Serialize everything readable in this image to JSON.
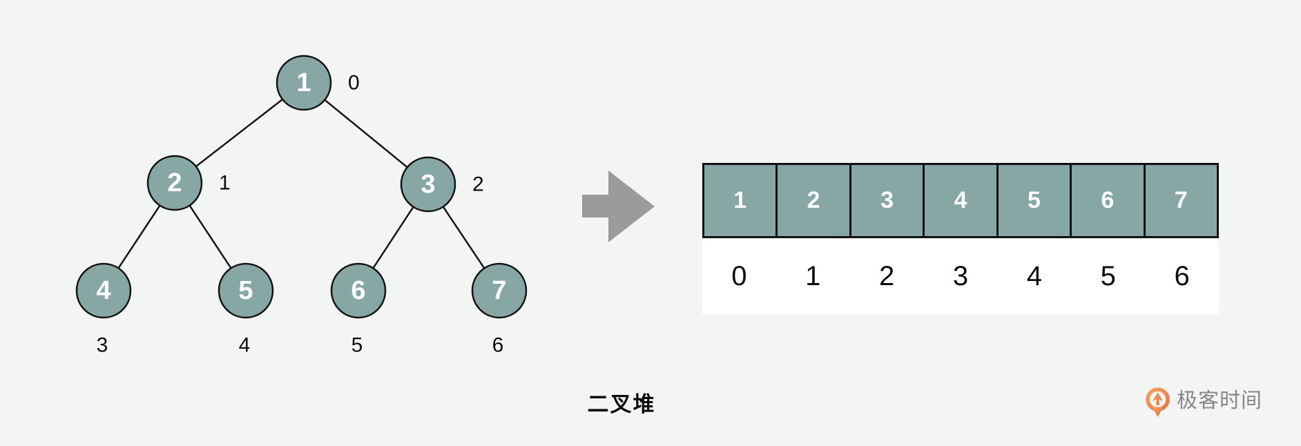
{
  "diagram": {
    "caption": "二叉堆",
    "tree": {
      "nodes": [
        {
          "value": "1",
          "index_label": "0"
        },
        {
          "value": "2",
          "index_label": "1"
        },
        {
          "value": "3",
          "index_label": "2"
        },
        {
          "value": "4",
          "index_label": "3"
        },
        {
          "value": "5",
          "index_label": "4"
        },
        {
          "value": "6",
          "index_label": "5"
        },
        {
          "value": "7",
          "index_label": "6"
        }
      ],
      "edges": [
        [
          0,
          1
        ],
        [
          0,
          2
        ],
        [
          1,
          3
        ],
        [
          1,
          4
        ],
        [
          2,
          5
        ],
        [
          2,
          6
        ]
      ]
    },
    "array": {
      "values": [
        "1",
        "2",
        "3",
        "4",
        "5",
        "6",
        "7"
      ],
      "indices": [
        "0",
        "1",
        "2",
        "3",
        "4",
        "5",
        "6"
      ]
    }
  },
  "branding": {
    "logo_text": "极客时间"
  },
  "colors": {
    "background": "#f3f5f4",
    "node_fill": "#86a7a4",
    "node_stroke": "#111111",
    "node_text": "#ffffff",
    "label_text": "#0b0b0b",
    "arrow_gray": "#9b9b9b",
    "logo_orange_light": "#f7a15e",
    "logo_orange_dark": "#ea6f3d",
    "logo_text_gray": "#85888a"
  }
}
